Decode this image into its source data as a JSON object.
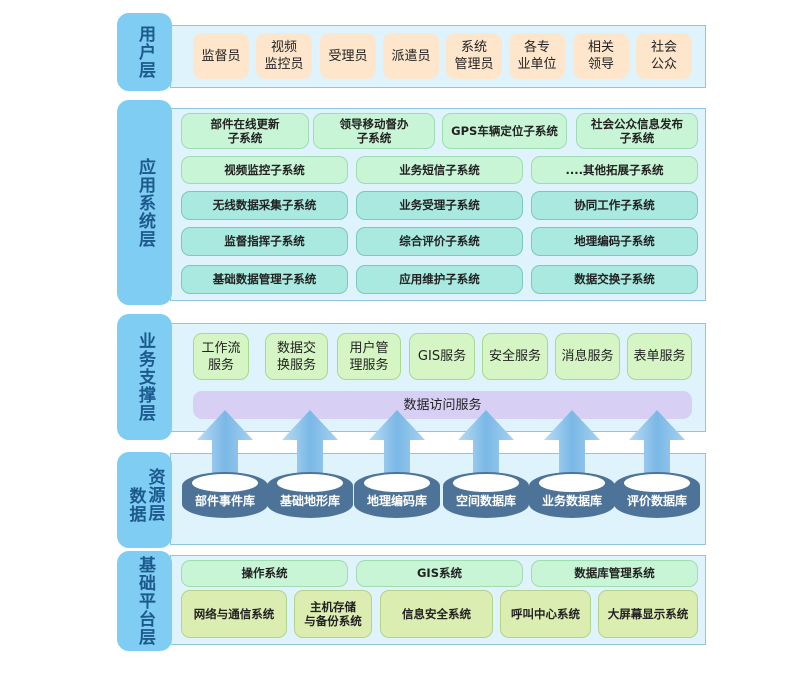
{
  "layers": {
    "user": {
      "label": "用户层",
      "items": [
        "监督员",
        "视频\n监控员",
        "受理员",
        "派遣员",
        "系统\n管理员",
        "各专\n业单位",
        "相关\n领导",
        "社会\n公众"
      ]
    },
    "application": {
      "label": "应用系统层",
      "row1": [
        "部件在线更新\n子系统",
        "领导移动督办\n子系统",
        "GPS车辆定位子系统",
        "社会公众信息发布\n子系统"
      ],
      "row2": [
        "视频监控子系统",
        "业务短信子系统",
        "....其他拓展子系统"
      ],
      "row3": [
        "无线数据采集子系统",
        "业务受理子系统",
        "协同工作子系统"
      ],
      "row4": [
        "监督指挥子系统",
        "综合评价子系统",
        "地理编码子系统"
      ],
      "row5": [
        "基础数据管理子系统",
        "应用维护子系统",
        "数据交换子系统"
      ]
    },
    "support": {
      "label": "业务支撑层",
      "services": [
        "工作流\n服务",
        "数据交\n换服务",
        "用户管\n理服务",
        "GIS服务",
        "安全服务",
        "消息服务",
        "表单服务"
      ],
      "data_access": "数据访问服务"
    },
    "data": {
      "label_left": "数据",
      "label_right": "资源层",
      "databases": [
        "部件事件库",
        "基础地形库",
        "地理编码库",
        "空间数据库",
        "业务数据库",
        "评价数据库"
      ]
    },
    "base": {
      "label": "基础平台层",
      "row1": [
        "操作系统",
        "GIS系统",
        "数据库管理系统"
      ],
      "row2": [
        "网络与通信系统",
        "主机存储\n与备份系统",
        "信息安全系统",
        "呼叫中心系统",
        "大屏幕显示系统"
      ]
    }
  },
  "colors": {
    "layer_label": "#7fcdf3",
    "layer_label_text": "#1c5a8e",
    "panel": "#dff3fc",
    "user_box": "#fde6cc",
    "app_light": "#c8f5d6",
    "app_teal": "#a9e9e0",
    "service": "#d5f5c4",
    "data_access": "#d8d0f4",
    "database": "#4e7399",
    "arrow": "#7ab8e6"
  }
}
